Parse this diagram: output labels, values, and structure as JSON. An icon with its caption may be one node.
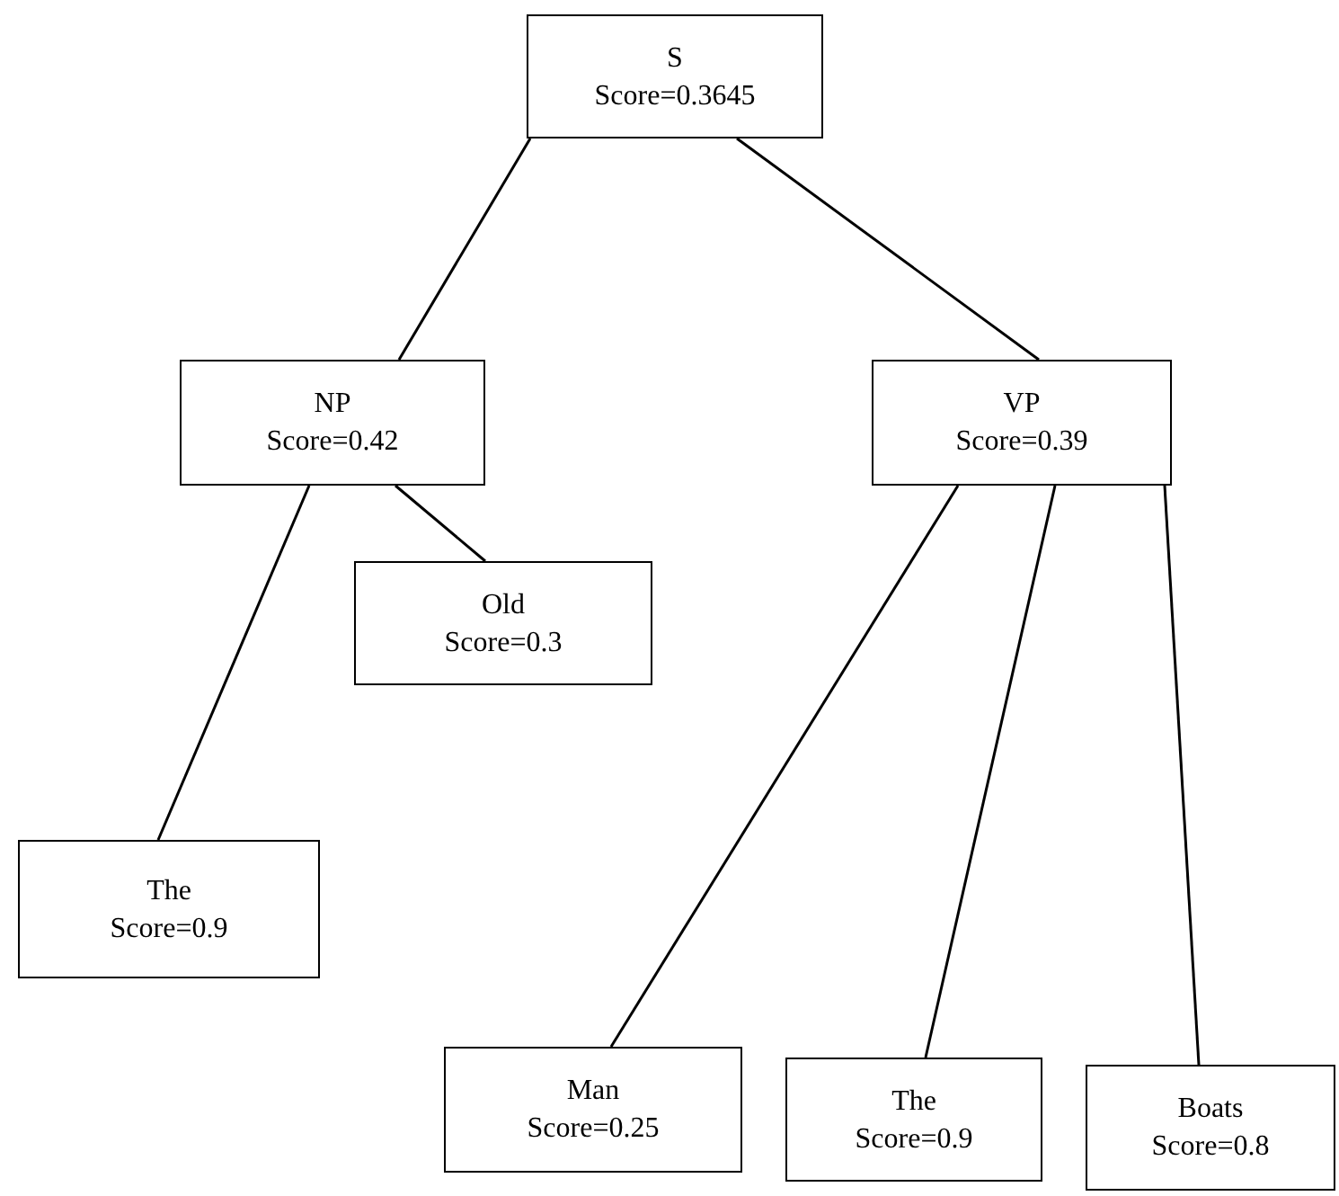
{
  "diagram": {
    "nodes": [
      {
        "text": [
          "S",
          "Score=0.3645"
        ]
      },
      {
        "text": [
          "NP",
          "Score=0.42"
        ]
      },
      {
        "text": [
          "VP",
          "Score=0.39"
        ]
      },
      {
        "text": [
          "Old",
          "Score=0.3"
        ]
      },
      {
        "text": [
          "The",
          "Score=0.9"
        ]
      },
      {
        "text": [
          "Man",
          "Score=0.25"
        ]
      },
      {
        "text": [
          "The",
          "Score=0.9"
        ]
      },
      {
        "text": [
          "Boats",
          "Score=0.8"
        ]
      }
    ],
    "edges": [
      {
        "from": 0,
        "to": 1,
        "arrow": "none"
      },
      {
        "from": 0,
        "to": 2,
        "arrow": "none"
      },
      {
        "from": 1,
        "to": 4,
        "arrow": "none"
      },
      {
        "from": 1,
        "to": 3,
        "arrow": "none"
      },
      {
        "from": 2,
        "to": 5,
        "arrow": "none"
      },
      {
        "from": 2,
        "to": 6,
        "arrow": "none"
      },
      {
        "from": 2,
        "to": 7,
        "arrow": "none"
      }
    ]
  }
}
